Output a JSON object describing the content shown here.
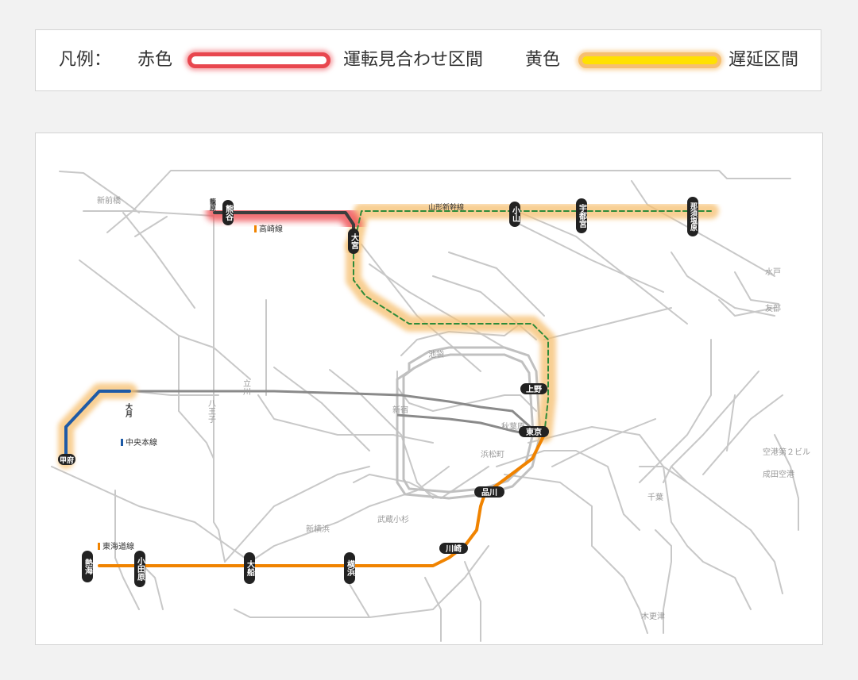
{
  "legend": {
    "title": "凡例：",
    "red": {
      "name": "赤色",
      "meaning": "運転見合わせ区間",
      "color": "#e8464e"
    },
    "yellow": {
      "name": "黄色",
      "meaning": "遅延区間",
      "color": "#ffe100",
      "halo": "#f6bf70"
    }
  },
  "lines": {
    "takasaki": "高崎線",
    "yamagata_shinkansen": "山形新幹線",
    "chuo": "中央本線",
    "tokaido": "東海道線"
  },
  "stations": {
    "kumagaya": "熊谷",
    "omiya": "大宮",
    "oyama": "小山",
    "utsunomiya": "宇都宮",
    "nasushiobara": "那須塩原",
    "ueno": "上野",
    "tokyo": "東京",
    "shinagawa": "品川",
    "kawasaki": "川崎",
    "yokohama": "横浜",
    "ofuna": "大船",
    "odawara": "小田原",
    "atami": "熱海",
    "otsuki": "大月",
    "kofu": "甲府",
    "kagohara": "籠原"
  },
  "minor_labels": {
    "mito": "水戸",
    "tomobe": "友部",
    "narita_t2": "空港第２ビル",
    "narita_airport": "成田空港",
    "shinjuku": "新宿",
    "ikebukuro": "池袋",
    "chiba": "千葉",
    "hachioji": "八王子",
    "shinmaebashi": "新前橋",
    "tachikawa": "立川",
    "kisarazu": "木更津",
    "akihabara": "秋葉原",
    "hamamatsucho": "浜松町",
    "musashikosugi": "武蔵小杉",
    "shinyokohama": "新横浜"
  },
  "colors": {
    "grey_line": "#c8c8c8",
    "dark_line": "#3d3d3d",
    "chuo_blue": "#1d5aa6",
    "tokaido_orange": "#f08300",
    "shinkansen_green": "#2e8b3a"
  }
}
